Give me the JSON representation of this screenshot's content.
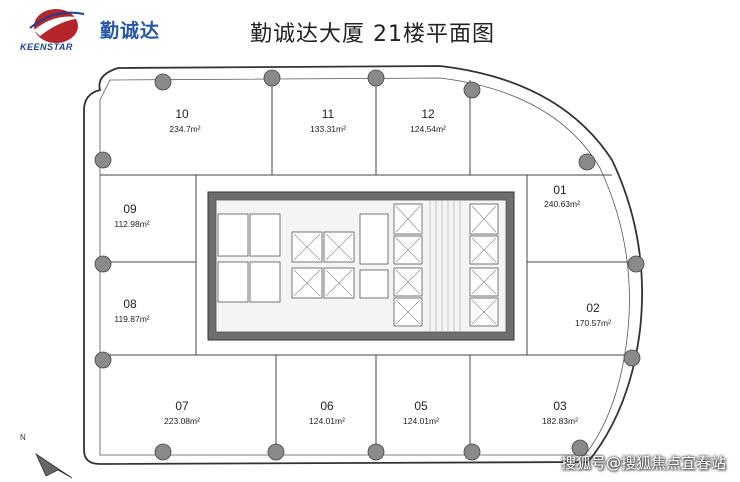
{
  "brand": {
    "logo_text": "KEENSTAR",
    "name": "勤诚达"
  },
  "title": "勤诚达大厦 21楼平面图",
  "units": [
    {
      "id": "10",
      "area": "234.7m²"
    },
    {
      "id": "11",
      "area": "133.31m²"
    },
    {
      "id": "12",
      "area": "124.54m²"
    },
    {
      "id": "01",
      "area": "240.63m²"
    },
    {
      "id": "09",
      "area": "112.98m²"
    },
    {
      "id": "08",
      "area": "119.87m²"
    },
    {
      "id": "02",
      "area": "170.57m²"
    },
    {
      "id": "07",
      "area": "223.08m²"
    },
    {
      "id": "06",
      "area": "124.01m²"
    },
    {
      "id": "05",
      "area": "124.01m²"
    },
    {
      "id": "03",
      "area": "182.83m²"
    }
  ],
  "compass": {
    "label": "N"
  },
  "watermark": "搜狐号@搜狐焦点宜春站",
  "colors": {
    "brand_blue": "#2457a8",
    "logo_red": "#b3242b",
    "core_grey": "#6e6e6e",
    "column_grey": "#8a8a8a",
    "wall": "#333333"
  }
}
